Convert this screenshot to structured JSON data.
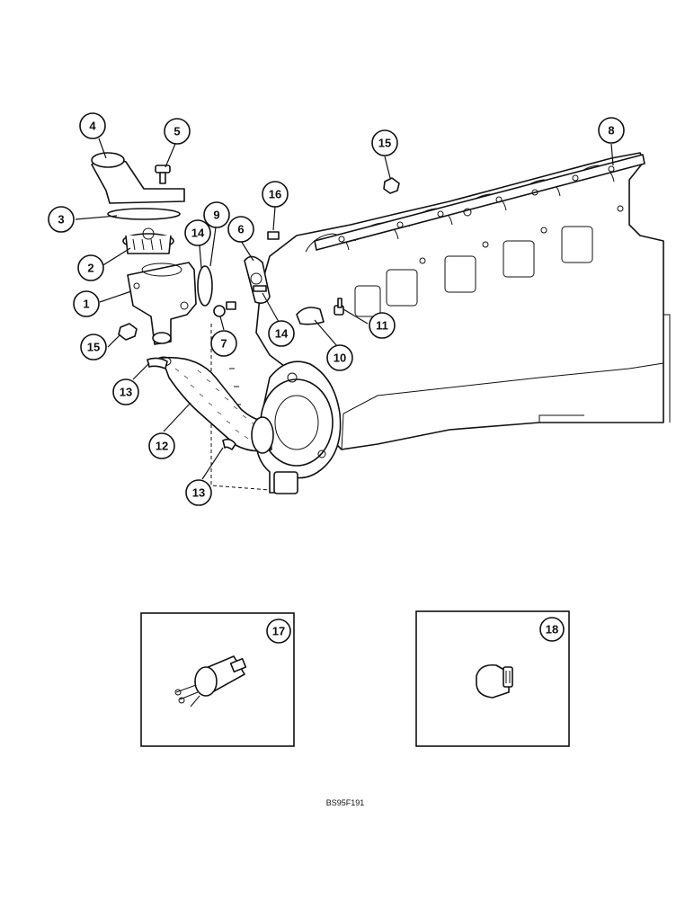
{
  "figure_code": "BS95F191",
  "callouts": [
    "1",
    "2",
    "3",
    "4",
    "5",
    "6",
    "7",
    "8",
    "9",
    "10",
    "11",
    "12",
    "13",
    "13",
    "14",
    "14",
    "15",
    "15",
    "16",
    "17",
    "18"
  ]
}
